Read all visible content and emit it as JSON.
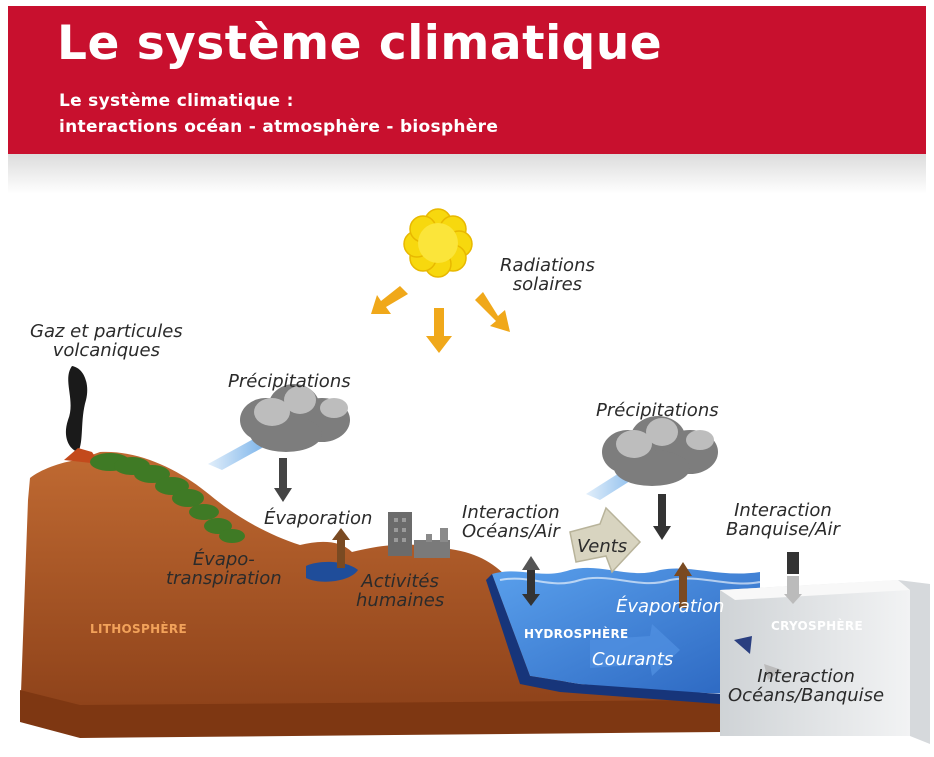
{
  "header": {
    "title": "Le système climatique",
    "subtitle_line1": "Le système climatique :",
    "subtitle_line2": "interactions océan - atmosphère - biosphère"
  },
  "labels": {
    "radiations": [
      "Radiations",
      "solaires"
    ],
    "volcan": [
      "Gaz et particules",
      "volcaniques"
    ],
    "precipitations_left": "Précipitations",
    "precipitations_right": "Précipitations",
    "evaporation_left": "Évaporation",
    "evapotranspiration": [
      "Évapo-",
      "transpiration"
    ],
    "activites": [
      "Activités",
      "humaines"
    ],
    "interaction_ocean_air": [
      "Interaction",
      "Océans/Air"
    ],
    "vents": "Vents",
    "interaction_banquise_air": [
      "Interaction",
      "Banquise/Air"
    ],
    "evaporation_right": "Évaporation",
    "courants": "Courants",
    "interaction_ocean_banquise": [
      "Interaction",
      "Océans/Banquise"
    ]
  },
  "spheres": {
    "lithosphere": "LITHOSPHÈRE",
    "hydrosphere": "HYDROSPHÈRE",
    "cryosphere": "CRYOSPHÈRE"
  },
  "colors": {
    "header": "#c8102e",
    "earth": "#b65a2a",
    "water": "#3a7fd0",
    "ice": "#e6e8ea",
    "sun": "#f7d80e",
    "arrow_sun": "#f0a81a",
    "arrow_up": "#7a4a22",
    "arrow_down": "#444444"
  }
}
